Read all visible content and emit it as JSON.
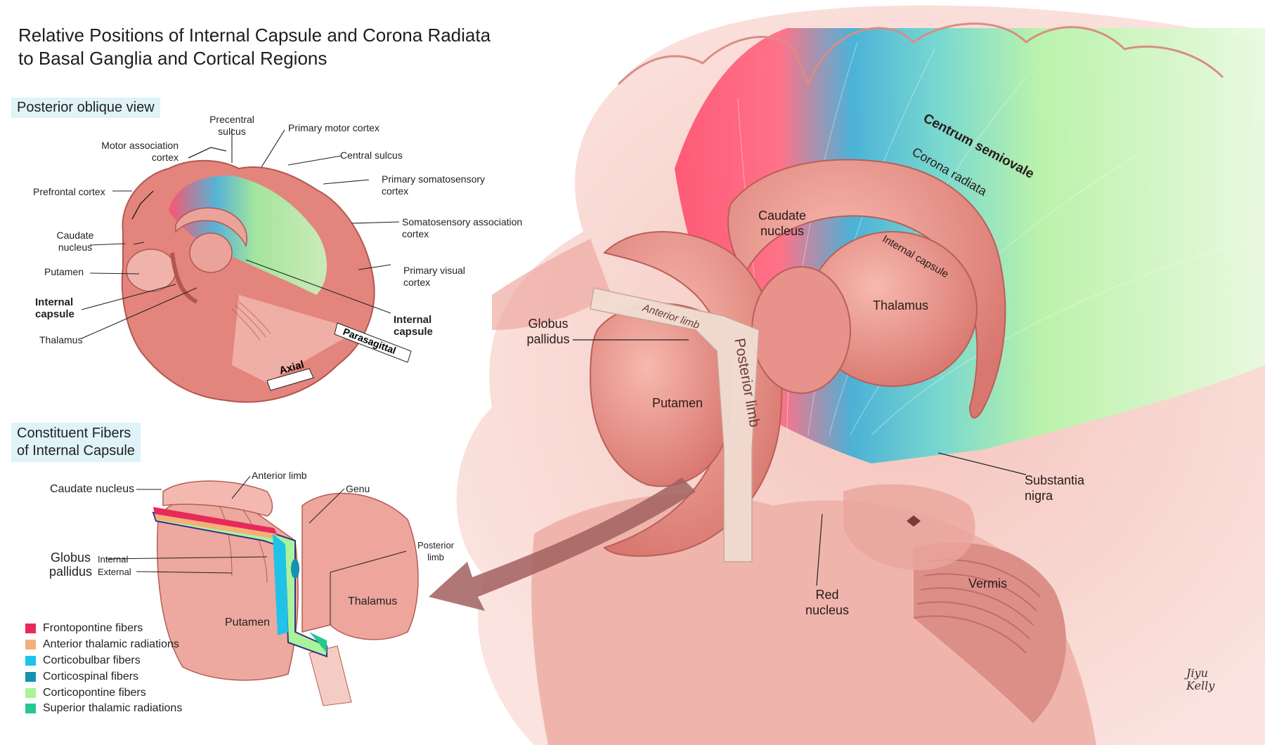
{
  "title": {
    "line1": "Relative Positions of Internal Capsule and Corona Radiata",
    "line2": "to Basal Ganglia and Cortical Regions"
  },
  "oblique": {
    "heading": "Posterior oblique view",
    "labels": {
      "precentral_1": "Precentral",
      "precentral_2": "sulcus",
      "motor_assoc_1": "Motor association",
      "motor_assoc_2": "cortex",
      "primary_motor": "Primary motor cortex",
      "central_sulcus": "Central sulcus",
      "prefrontal": "Prefrontal cortex",
      "primary_somato_1": "Primary somatosensory",
      "primary_somato_2": "cortex",
      "caudate_1": "Caudate",
      "caudate_2": "nucleus",
      "putamen": "Putamen",
      "somato_assoc_1": "Somatosensory association",
      "somato_assoc_2": "cortex",
      "primary_visual_1": "Primary visual",
      "primary_visual_2": "cortex",
      "internal_capsule_left_1": "Internal",
      "internal_capsule_left_2": "capsule",
      "internal_capsule_right_1": "Internal",
      "internal_capsule_right_2": "capsule",
      "thalamus": "Thalamus",
      "axial": "Axial",
      "parasagittal": "Parasagittal"
    }
  },
  "constituent": {
    "heading_1": "Constituent Fibers",
    "heading_2": "of Internal Capsule",
    "labels": {
      "caudate": "Caudate nucleus",
      "anterior_limb": "Anterior limb",
      "genu": "Genu",
      "globus_1": "Globus",
      "globus_2": "pallidus",
      "internal": "Internal",
      "external": "External",
      "posterior_limb_1": "Posterior",
      "posterior_limb_2": "limb",
      "putamen": "Putamen",
      "thalamus": "Thalamus"
    }
  },
  "legend": [
    {
      "label": "Frontopontine fibers",
      "color": "#e8295a"
    },
    {
      "label": "Anterior thalamic radiations",
      "color": "#f3b07a"
    },
    {
      "label": "Corticobulbar fibers",
      "color": "#1fc3e8"
    },
    {
      "label": "Corticospinal fibers",
      "color": "#1592b0"
    },
    {
      "label": "Corticopontine fibers",
      "color": "#a9f39b"
    },
    {
      "label": "Superior thalamic radiations",
      "color": "#25c98b"
    }
  ],
  "main": {
    "centrum_semiovale": "Centrum semiovale",
    "corona_radiata": "Corona radiata",
    "internal_capsule": "Internal capsule",
    "caudate_1": "Caudate",
    "caudate_2": "nucleus",
    "thalamus": "Thalamus",
    "globus_1": "Globus",
    "globus_2": "pallidus",
    "anterior_limb": "Anterior limb",
    "posterior_limb": "Posterior limb",
    "putamen": "Putamen",
    "substantia_1": "Substantia",
    "substantia_2": "nigra",
    "red_1": "Red",
    "red_2": "nucleus",
    "vermis": "Vermis",
    "signature_1": "Jiyu",
    "signature_2": "Kelly"
  }
}
